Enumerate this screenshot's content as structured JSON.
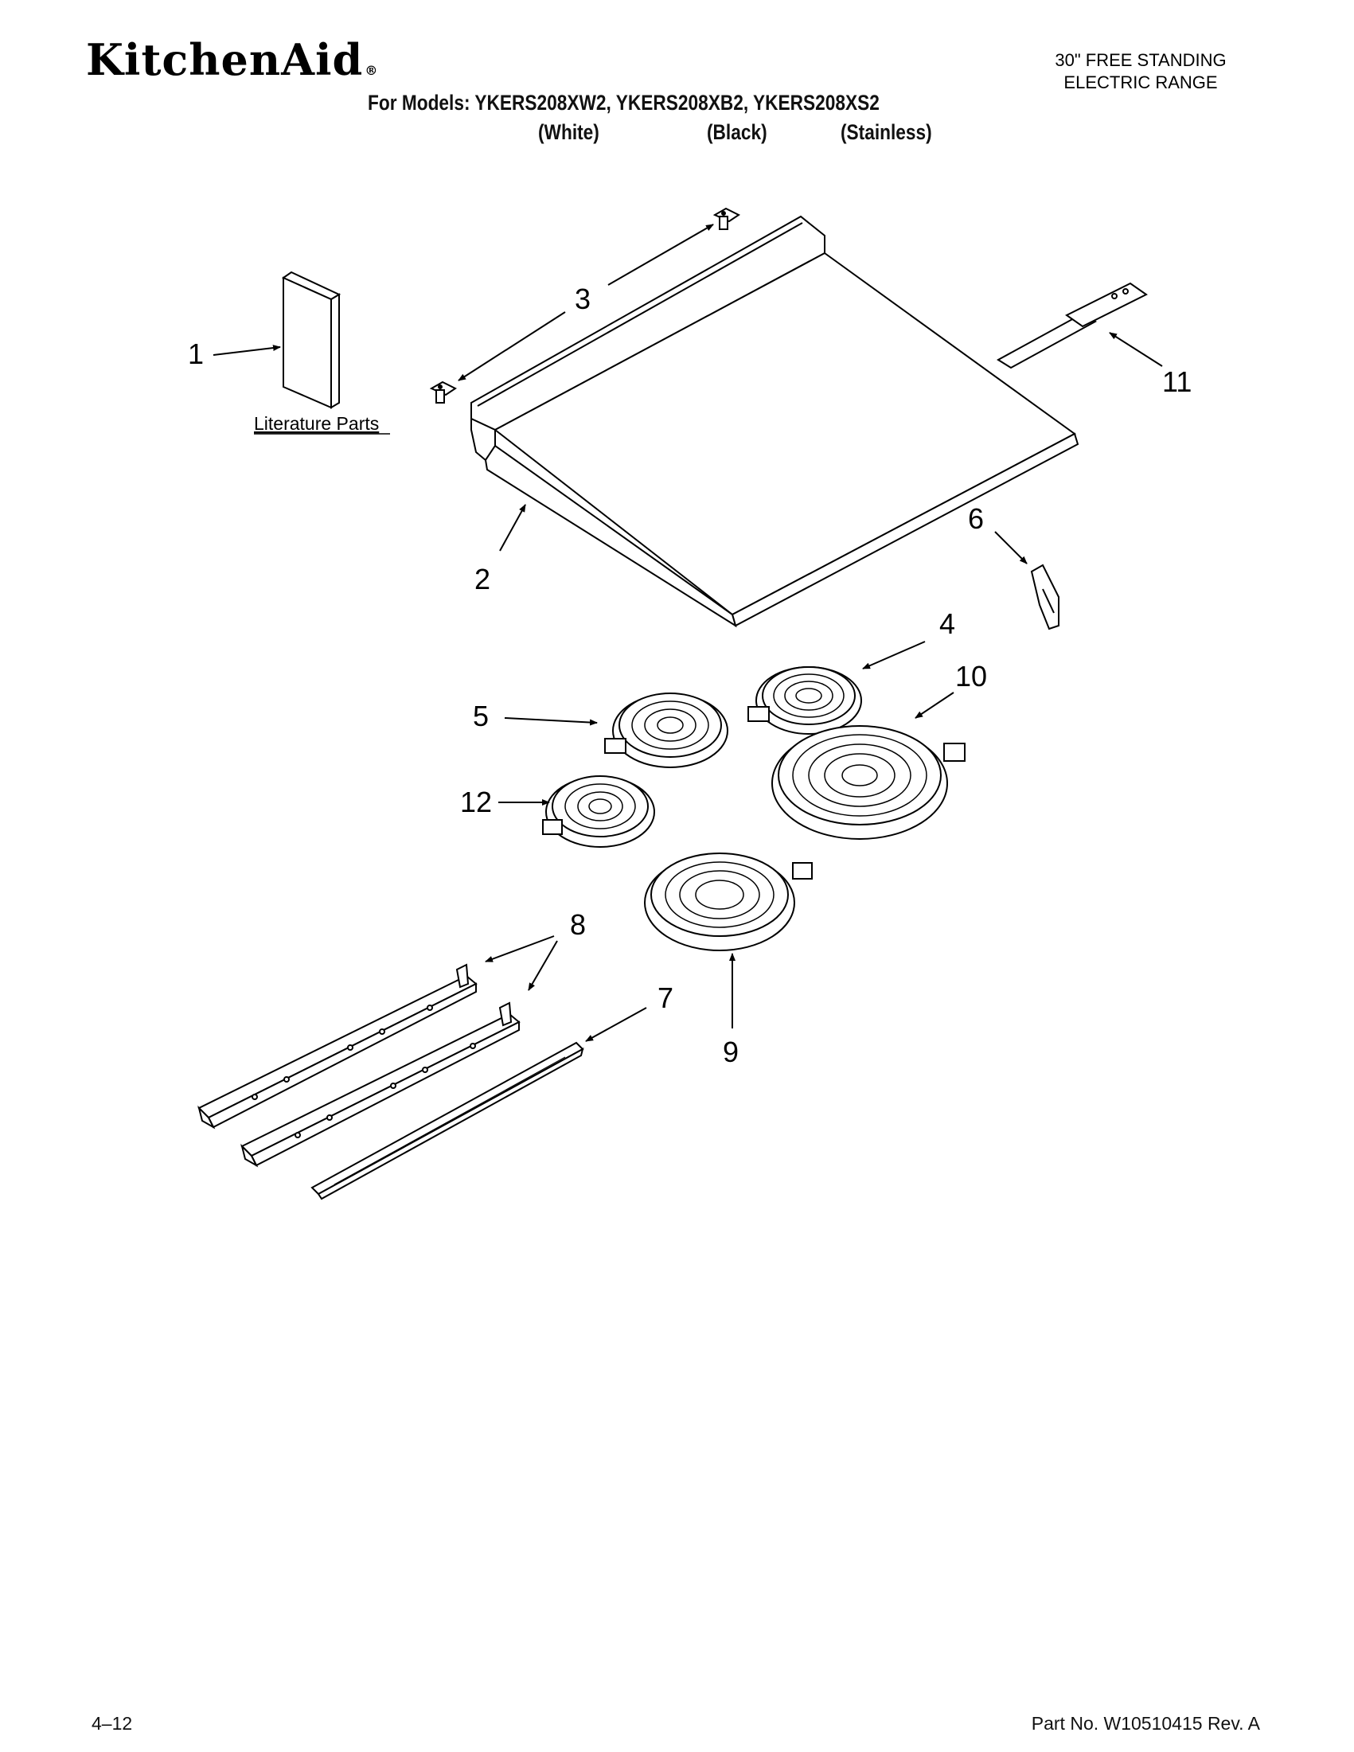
{
  "header": {
    "brand": "KitchenAid",
    "brand_mark": "®",
    "product_line1": "30\" FREE STANDING",
    "product_line2": "ELECTRIC RANGE",
    "models_line": "For Models: YKERS208XW2, YKERS208XB2, YKERS208XS2",
    "variant_white": "(White)",
    "variant_black": "(Black)",
    "variant_stainless": "(Stainless)"
  },
  "diagram": {
    "literature_label": "Literature Parts",
    "callouts": {
      "c1": "1",
      "c2": "2",
      "c3": "3",
      "c4": "4",
      "c5": "5",
      "c6": "6",
      "c7": "7",
      "c8": "8",
      "c9": "9",
      "c10": "10",
      "c11": "11",
      "c12": "12"
    }
  },
  "footer": {
    "page": "4–12",
    "part_no": "Part No. W10510415 Rev. A"
  }
}
